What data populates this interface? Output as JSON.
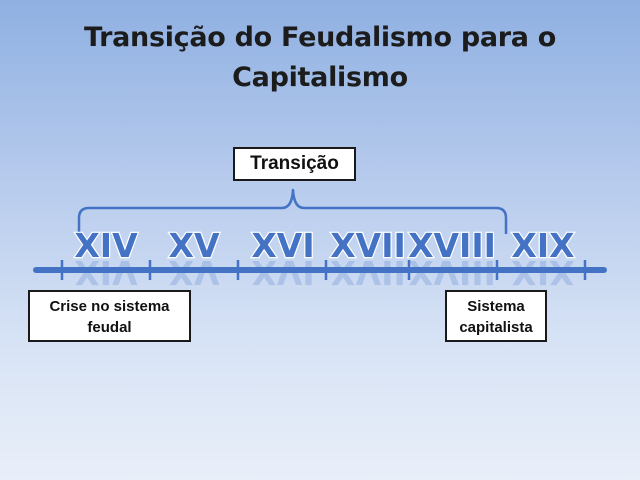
{
  "title": {
    "line1": "Transição do Feudalismo para o",
    "line2": "Capitalismo"
  },
  "transition_label": "Transição",
  "start_label": {
    "line1": "Crise no sistema",
    "line2": "feudal"
  },
  "end_label": {
    "line1": "Sistema",
    "line2": "capitalista"
  },
  "centuries": [
    "XIV",
    "XV",
    "XVI",
    "XVII",
    "XVIII",
    "XIX"
  ],
  "colors": {
    "timeline": "#4472c4",
    "century_text": "#4472c4",
    "background_top": "#8fb0e2",
    "background_bottom": "#e9eff9"
  }
}
